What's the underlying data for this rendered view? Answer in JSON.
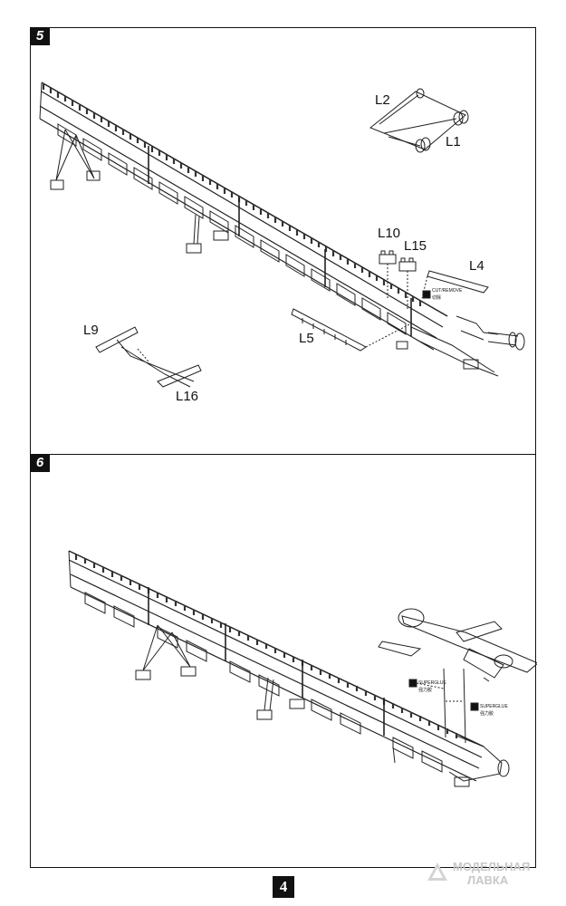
{
  "steps": [
    {
      "number": "5",
      "labels": {
        "L2": "L2",
        "L1": "L1",
        "L10": "L10",
        "L15": "L15",
        "L4": "L4",
        "L5": "L5",
        "L9": "L9",
        "L16": "L16"
      },
      "cut_note": [
        "CUT/REMOVE",
        "切除"
      ]
    },
    {
      "number": "6",
      "glue_note": [
        "SUPERGLUE",
        "强力胶"
      ]
    }
  ],
  "page_number": "4",
  "watermark": [
    "МОДЕЛЬНАЯ",
    "ЛАВКА"
  ]
}
